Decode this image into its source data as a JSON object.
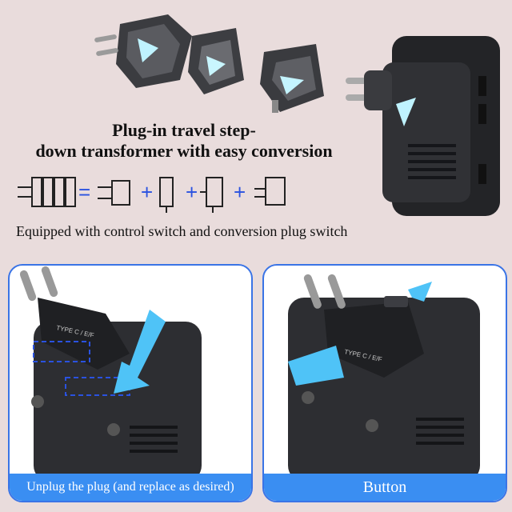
{
  "headline": {
    "line1": "Plug-in travel step-",
    "line2": "down transformer with easy conversion"
  },
  "subline": "Equipped with control switch and conversion plug switch",
  "equation": {
    "equals": "=",
    "plus": "+"
  },
  "panels": {
    "left": {
      "caption": "Unplug the plug (and replace as desired)",
      "plug_text": "TYPE C / E/F"
    },
    "right": {
      "caption": "Button",
      "plug_text": "TYPE C / E/F"
    }
  },
  "colors": {
    "background": "#e9dcdc",
    "accent_blue": "#3a8ef2",
    "device_dark": "#2f3035",
    "arrow_cyan": "#4fc3f7"
  }
}
